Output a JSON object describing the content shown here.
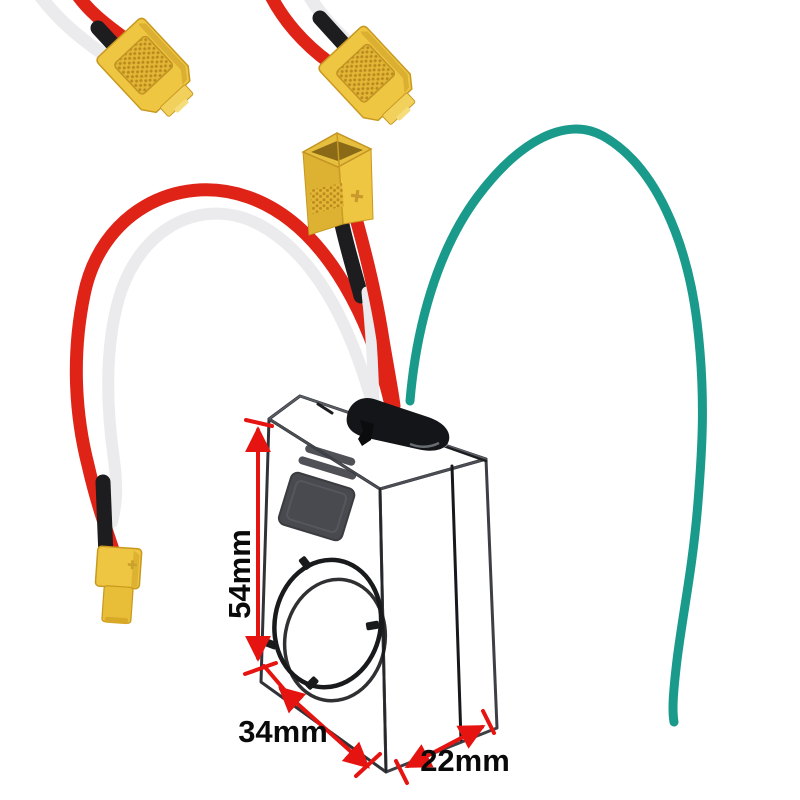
{
  "annotations": {
    "height_label": "54mm",
    "width_label": "34mm",
    "depth_label": "22mm"
  },
  "colors": {
    "background": "#ffffff",
    "wire_red": "#df2317",
    "wire_white": "#ebebee",
    "wire_green": "#1a9a8b",
    "wire_black": "#1d1d20",
    "connector_yellow": "#eec642",
    "box_front": "#313337",
    "box_side": "#3d3f44",
    "box_top": "#28292c",
    "dimension_red": "#e51410"
  }
}
